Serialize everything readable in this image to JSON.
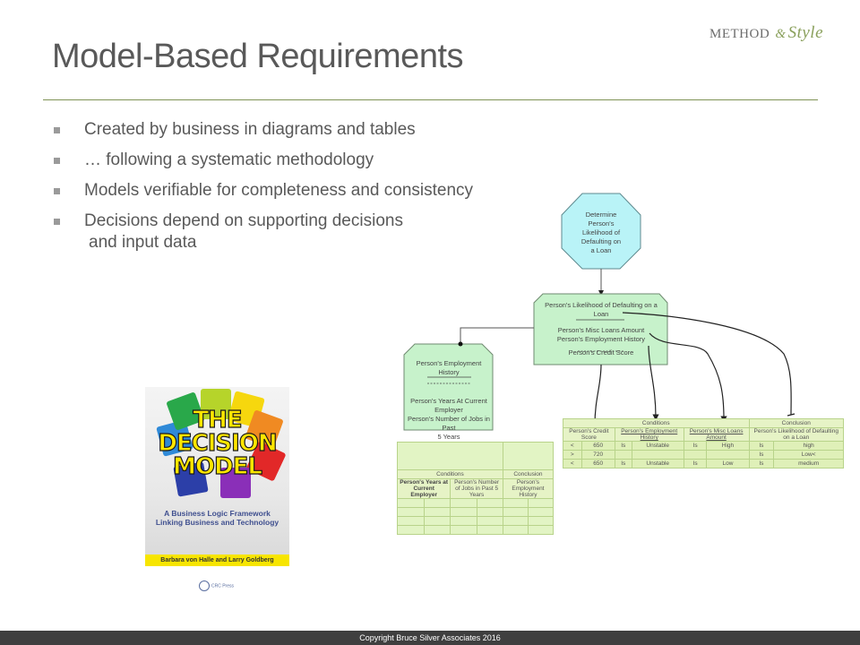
{
  "brand": {
    "method": "METHOD",
    "amp": "&",
    "style": "Style"
  },
  "title": "Model-Based Requirements",
  "bullets": [
    {
      "text": "Created by business in diagrams and tables"
    },
    {
      "text": "… following a systematic methodology"
    },
    {
      "text": "Models verifiable for completeness and consistency"
    },
    {
      "text": "Decisions depend on supporting decisions",
      "cont": "and input data"
    }
  ],
  "diagram": {
    "decision_node": {
      "lines": [
        "Determine",
        "Person's",
        "Likelihood of",
        "Defaulting on",
        "a Loan"
      ]
    },
    "main_model": {
      "conclusion": [
        "Person's Likelihood of Defaulting on a",
        "Loan"
      ],
      "conditions": [
        "Person's Misc Loans Amount",
        "Person's Employment History"
      ],
      "inputs": [
        "Person's Credit Score"
      ]
    },
    "employment_model": {
      "conclusion": [
        "Person's Employment History"
      ],
      "inputs": [
        "Person's Years At Current",
        "Employer",
        "Person's Number of Jobs in Past",
        "5 Years"
      ]
    },
    "main_table": {
      "group_headers": [
        "Conditions",
        "Conclusion"
      ],
      "col_headers": [
        "Person's Credit Score",
        "Person's Employment History",
        "Person's Misc Loans Amount",
        "Person's Likelihood of Defaulting on a Loan"
      ],
      "rows": [
        [
          "<",
          "650",
          "Is",
          "Unstable",
          "Is",
          "High",
          "Is",
          "high"
        ],
        [
          ">",
          "720",
          "",
          "",
          "",
          "",
          "Is",
          "Low<"
        ],
        [
          "<",
          "650",
          "Is",
          "Unstable",
          "Is",
          "Low",
          "Is",
          "medium"
        ]
      ]
    },
    "employment_table": {
      "group_headers": [
        "Conditions",
        "Conclusion"
      ],
      "col_headers": [
        "Person's Years at Current Employer",
        "Person's Number of Jobs in Past 5 Years",
        "Person's Employment History"
      ]
    }
  },
  "book": {
    "title": [
      "THE",
      "DECISION",
      "MODEL"
    ],
    "subtitle": [
      "A Business Logic Framework",
      "Linking Business and Technology"
    ],
    "authors": "Barbara von Halle and Larry Goldberg",
    "publisher": "CRC Press"
  },
  "footer": "Copyright Bruce Silver Associates 2016"
}
